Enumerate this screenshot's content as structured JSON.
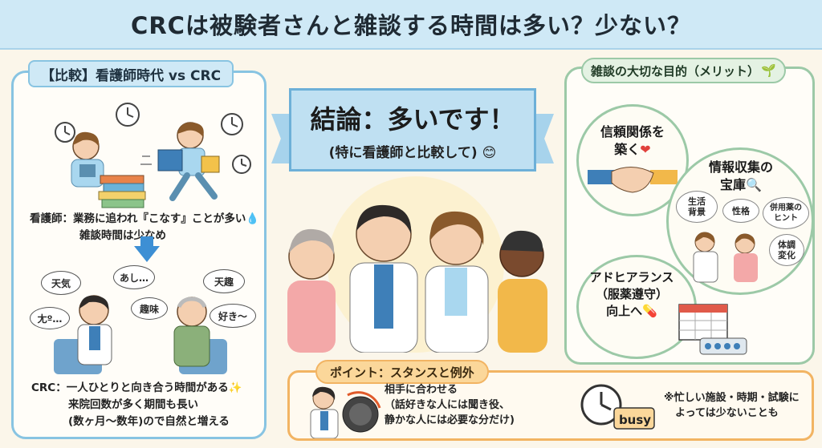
{
  "title": "CRCは被験者さんと雑談する時間は多い？少ない？",
  "left": {
    "header": "【比較】看護師時代 vs CRC",
    "nurse_line1": "看護師：業務に追われ『こなす』ことが多い",
    "nurse_line2": "雑談時間は少なめ",
    "bubbles": [
      "天気",
      "あし…",
      "天趣",
      "趣味",
      "尢º…",
      "好き～"
    ],
    "crc_line1": "CRC：一人ひとりと向き合う時間がある",
    "crc_line2": "来院回数が多く期間も長い",
    "crc_line3": "(数ヶ月～数年)ので自然と増える"
  },
  "center": {
    "conclusion": "結論：多いです！",
    "sub": "(特に看護師と比較して)"
  },
  "right": {
    "header": "雑談の大切な目的（メリット）",
    "trust_line1": "信頼関係を",
    "trust_line2": "築く",
    "info_line1": "情報収集の",
    "info_line2": "宝庫",
    "tag_life_1": "生活",
    "tag_life_2": "背景",
    "tag_personality": "性格",
    "tag_drug_1": "併用薬の",
    "tag_drug_2": "ヒント",
    "tag_body_1": "体調",
    "tag_body_2": "変化",
    "adh_line1": "アドヒアランス",
    "adh_line2": "（服薬遵守）",
    "adh_line3": "向上へ"
  },
  "point": {
    "header": "ポイント：スタンスと例外",
    "text1_line1": "相手に合わせる",
    "text1_line2": "（話好きな人には聞き役、",
    "text1_line3": "静かな人には必要な分だけ)",
    "busy": "busy",
    "text2_line1": "※忙しい施設・時期・試験に",
    "text2_line2": "よっては少ないことも"
  }
}
